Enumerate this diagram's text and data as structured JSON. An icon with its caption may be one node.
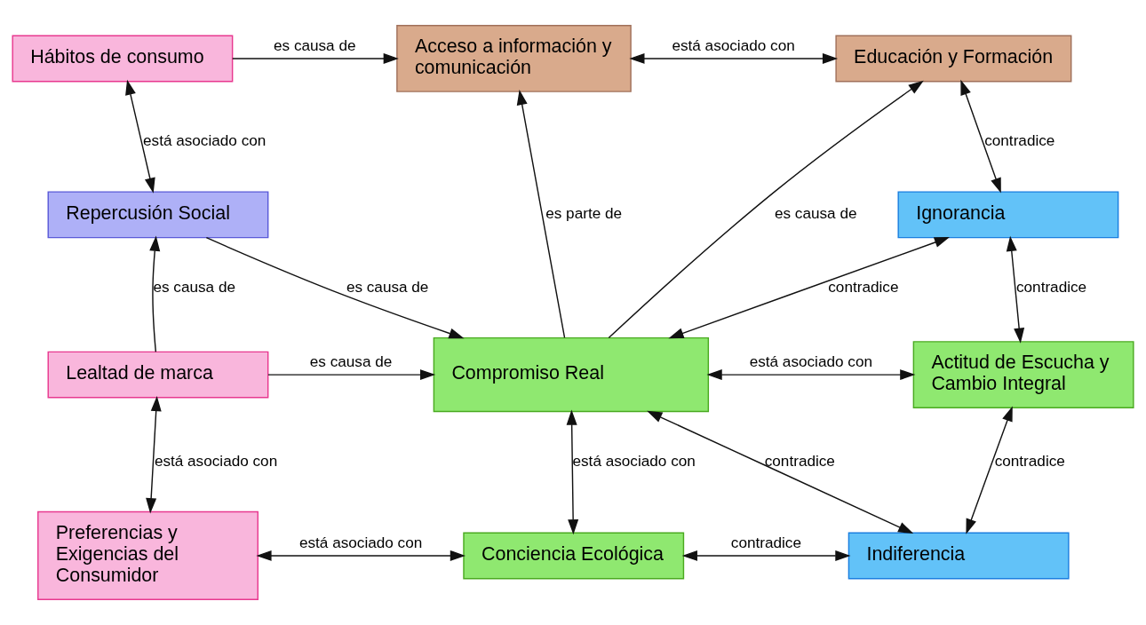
{
  "diagram": {
    "nodes": [
      {
        "text": [
          "Hábitos de consumo"
        ]
      },
      {
        "text": [
          "Acceso a información y comunicación"
        ]
      },
      {
        "text": [
          "Educación y Formación"
        ]
      },
      {
        "text": [
          "Repercusión Social"
        ]
      },
      {
        "text": [
          "Ignorancia"
        ]
      },
      {
        "text": [
          "Compromiso Real"
        ]
      },
      {
        "text": [
          "Lealtad de marca"
        ]
      },
      {
        "text": [
          "Actitud de Escucha y Cambio Integral"
        ]
      },
      {
        "text": [
          "Preferencias y Exigencias del Consumidor"
        ]
      },
      {
        "text": [
          "Conciencia Ecológica"
        ]
      },
      {
        "text": [
          "Indiferencia"
        ]
      }
    ],
    "edges": [
      {
        "from": 0,
        "to": 1,
        "arrow": "to",
        "label": "es causa de"
      },
      {
        "from": 1,
        "to": 2,
        "arrow": "both",
        "label": "está asociado con"
      },
      {
        "from": 0,
        "to": 3,
        "arrow": "both",
        "label": "está asociado con"
      },
      {
        "from": 5,
        "to": 1,
        "arrow": "to",
        "label": "es parte de"
      },
      {
        "from": 5,
        "to": 2,
        "arrow": "to",
        "label": "es causa de"
      },
      {
        "from": 2,
        "to": 4,
        "arrow": "both",
        "label": "contradice"
      },
      {
        "from": 3,
        "to": 5,
        "arrow": "to",
        "label": "es causa de"
      },
      {
        "from": 4,
        "to": 5,
        "arrow": "both",
        "label": "contradice"
      },
      {
        "from": 4,
        "to": 7,
        "arrow": "both",
        "label": "contradice"
      },
      {
        "from": 6,
        "to": 3,
        "arrow": "to",
        "label": "es causa de"
      },
      {
        "from": 6,
        "to": 5,
        "arrow": "to",
        "label": "es causa de"
      },
      {
        "from": 5,
        "to": 7,
        "arrow": "both",
        "label": "está asociado con"
      },
      {
        "from": 6,
        "to": 8,
        "arrow": "both",
        "label": "está asociado con"
      },
      {
        "from": 5,
        "to": 9,
        "arrow": "both",
        "label": "está asociado con"
      },
      {
        "from": 5,
        "to": 10,
        "arrow": "both",
        "label": "contradice"
      },
      {
        "from": 7,
        "to": 10,
        "arrow": "both",
        "label": "contradice"
      },
      {
        "from": 8,
        "to": 9,
        "arrow": "both",
        "label": "está asociado con"
      },
      {
        "from": 9,
        "to": 10,
        "arrow": "both",
        "label": "contradice"
      }
    ]
  }
}
